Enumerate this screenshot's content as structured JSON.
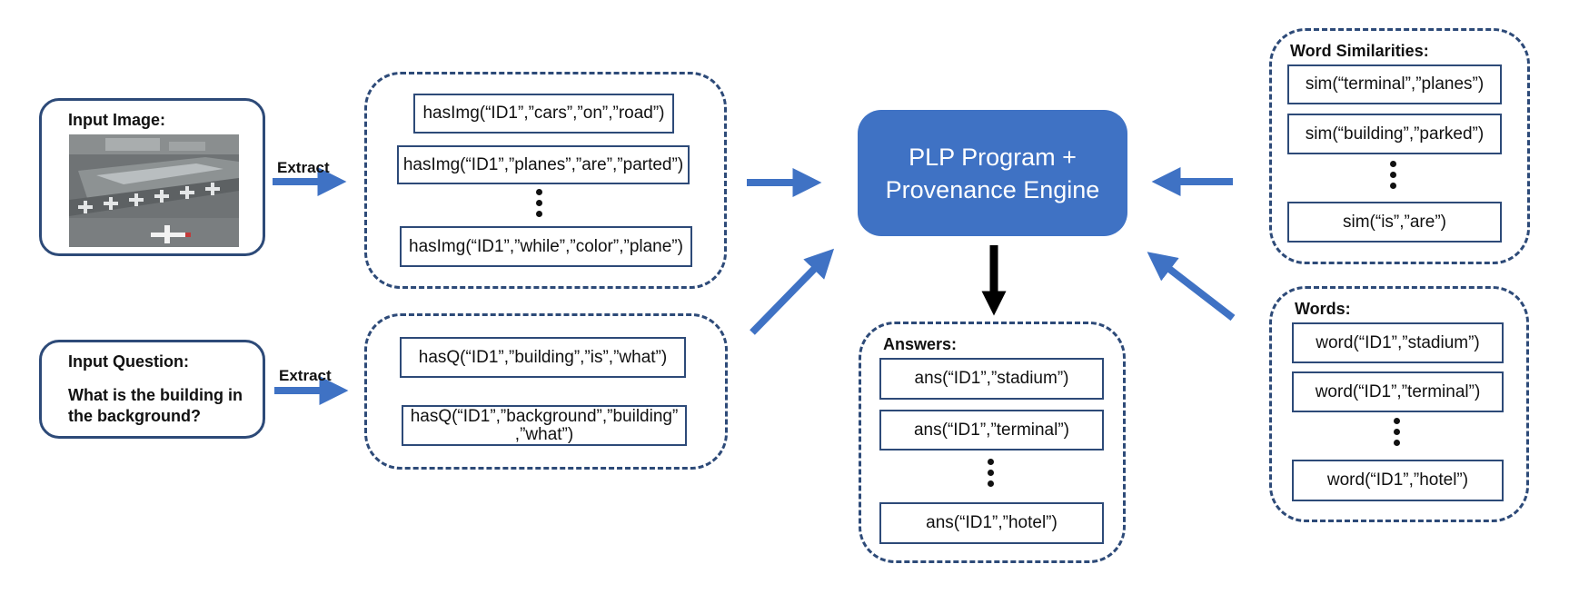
{
  "input_image": {
    "heading": "Input Image:"
  },
  "input_question": {
    "heading": "Input Question:",
    "text": "What is the building in the background?"
  },
  "extract_labels": [
    "Extract",
    "Extract"
  ],
  "image_facts": [
    "hasImg(“ID1”,”cars”,”on”,”road”)",
    "hasImg(“ID1”,”planes”,”are”,”parted”)",
    "hasImg(“ID1”,”while”,”color”,”plane”)"
  ],
  "question_facts": [
    "hasQ(“ID1”,”building”,”is”,”what”)",
    "hasQ(“ID1”,”background”,”building” ,”what”)"
  ],
  "engine": {
    "line1": "PLP Program +",
    "line2": "Provenance Engine"
  },
  "answers": {
    "heading": "Answers:",
    "items": [
      "ans(“ID1”,”stadium”)",
      "ans(“ID1”,”terminal”)",
      "ans(“ID1”,”hotel”)"
    ]
  },
  "word_similarities": {
    "heading": "Word Similarities:",
    "items": [
      "sim(“terminal”,”planes”)",
      "sim(“building”,”parked”)",
      "sim(“is”,”are”)"
    ]
  },
  "words": {
    "heading": "Words:",
    "items": [
      "word(“ID1”,”stadium”)",
      "word(“ID1”,”terminal”)",
      "word(“ID1”,”hotel”)"
    ]
  },
  "colors": {
    "border": "#2d4a78",
    "arrow": "#3f72c4",
    "engine_fill": "#3f72c4",
    "engine_text": "#ffffff"
  }
}
